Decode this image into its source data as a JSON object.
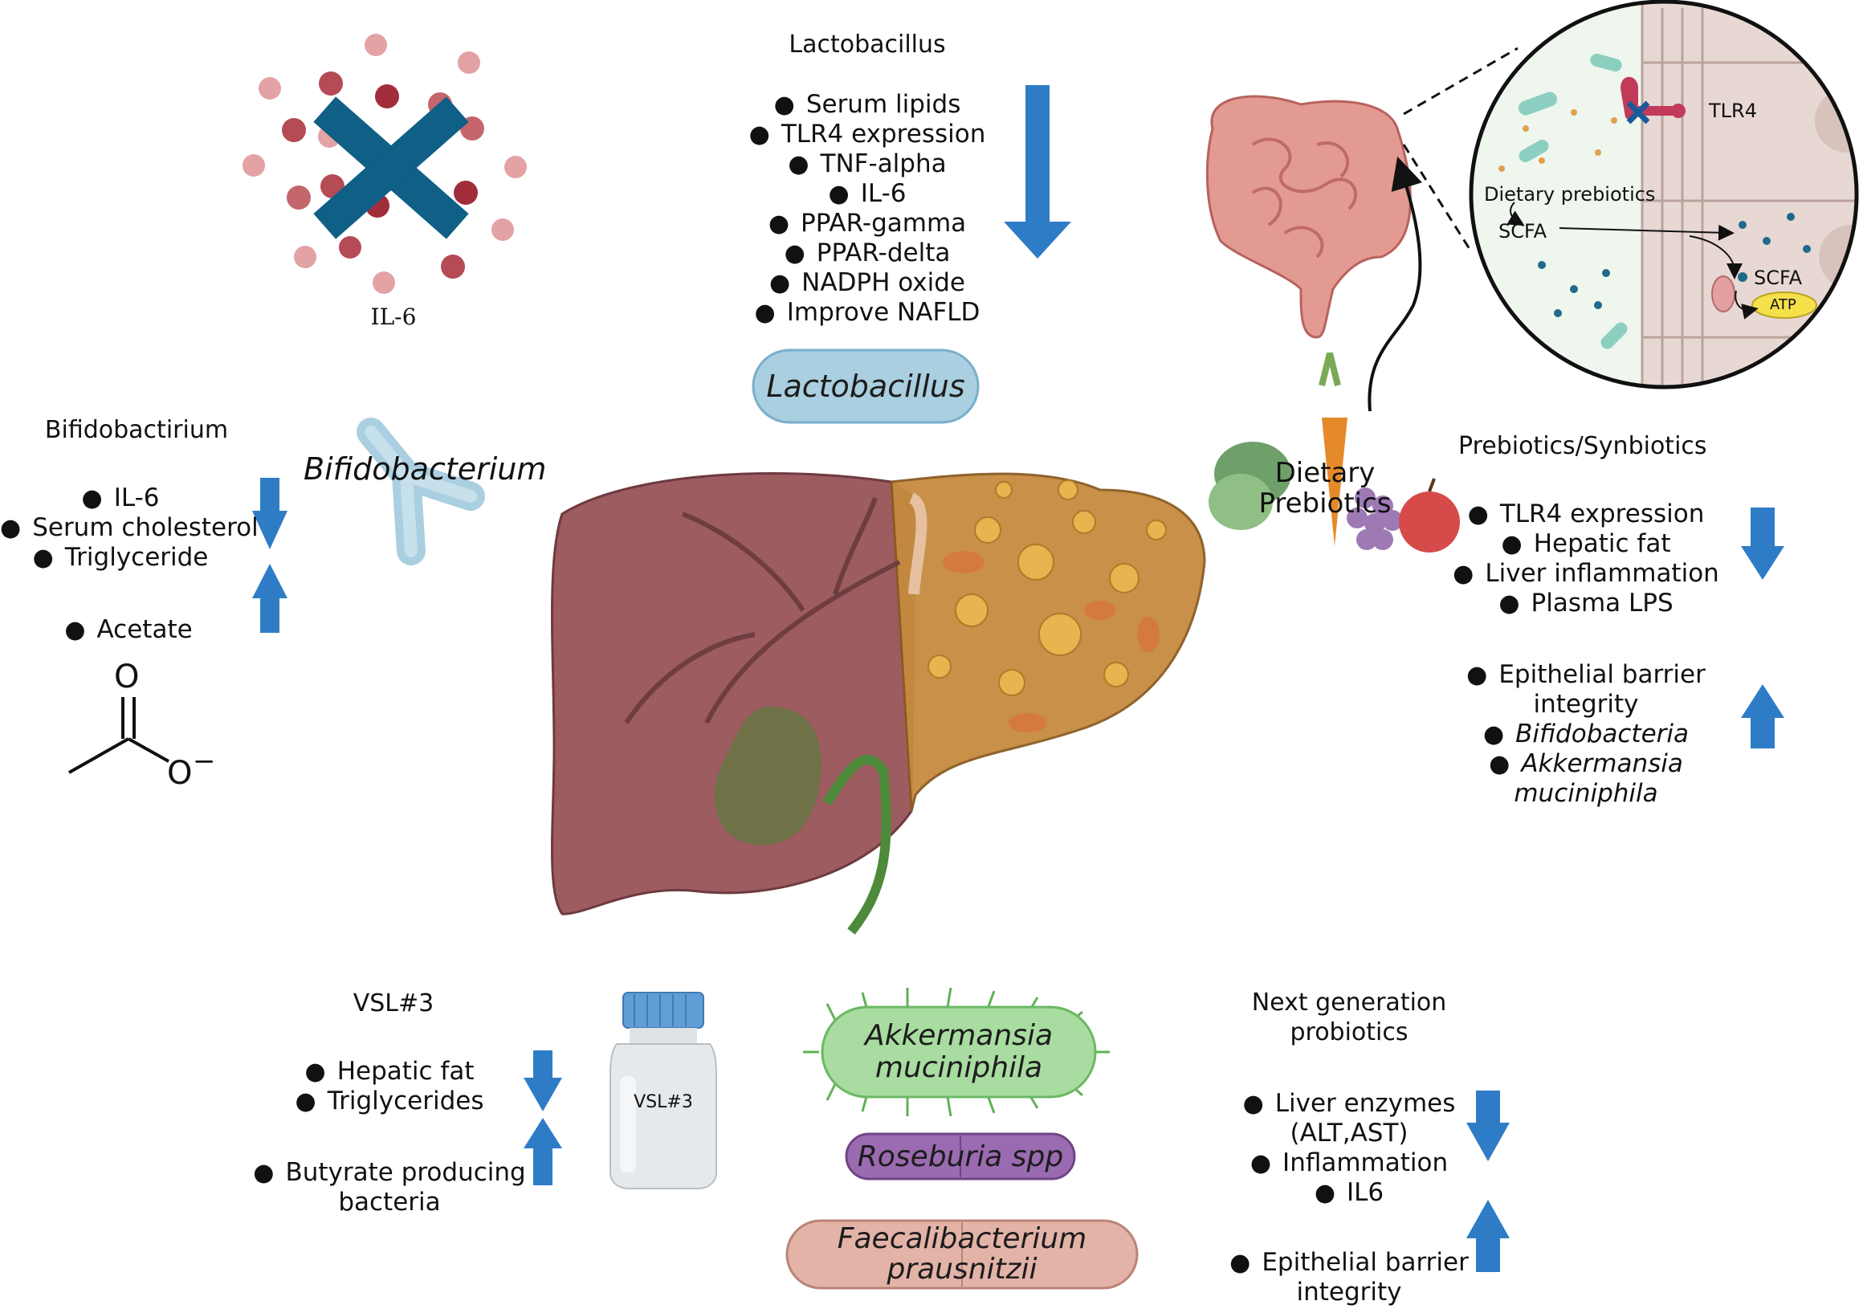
{
  "colors": {
    "arrow": "#2f7cc6",
    "liver_healthy": "#9a5a5c",
    "liver_fatty": "#c98a3e",
    "intestine": "#e39a93",
    "lactobacillus_pill": "#a9cfe0",
    "akkermansia": "#a8dca0",
    "roseburia": "#9a6bb0",
    "faecalibacterium": "#e3b3a8"
  },
  "il6_cluster": {
    "label": "IL-6",
    "icon": "cross-icon"
  },
  "lactobacillus": {
    "title": "Lactobacillus",
    "items": [
      "Serum lipids",
      "TLR4 expression",
      "TNF-alpha",
      "IL-6",
      "PPAR-gamma",
      "PPAR-delta",
      "NADPH oxide",
      "Improve NAFLD"
    ],
    "direction": "down",
    "pill_label": "Lactobacillus"
  },
  "bifidobacterium": {
    "title": "Bifidobactirium",
    "bacteria_label": "Bifidobacterium",
    "down_items": [
      "IL-6",
      "Serum cholesterol",
      "Triglyceride"
    ],
    "up_items": [
      "Acetate"
    ]
  },
  "acetate_structure": {
    "atom_o_top": "O",
    "atom_o_bottom": "O",
    "charge": "−"
  },
  "gut_panel": {
    "receptor_label": "TLR4",
    "prebiotics_label": "Dietary prebiotics",
    "scfa_label_1": "SCFA",
    "scfa_label_2": "SCFA",
    "atp_label": "ATP"
  },
  "dietary_prebiotics": {
    "label_line1": "Dietary",
    "label_line2": "Prebiotics"
  },
  "prebiotics_synbiotics": {
    "title": "Prebiotics/Synbiotics",
    "down_items": [
      "TLR4 expression",
      "Hepatic fat",
      "Liver inflammation",
      "Plasma LPS"
    ],
    "up_items": [
      {
        "text": "Epithelial barrier",
        "bullet": true,
        "italic": false
      },
      {
        "text": "integrity",
        "bullet": false,
        "italic": false
      },
      {
        "text": "Bifidobacteria",
        "bullet": true,
        "italic": true
      },
      {
        "text": "Akkermansia",
        "bullet": true,
        "italic": true
      },
      {
        "text": "muciniphila",
        "bullet": false,
        "italic": true
      }
    ]
  },
  "vsl3": {
    "title": "VSL#3",
    "down_items": [
      "Hepatic fat",
      "Triglycerides"
    ],
    "up_items": [
      {
        "text": "Butyrate producing",
        "bullet": true
      },
      {
        "text": "bacteria",
        "bullet": false
      }
    ],
    "bottle_label": "VSL#3"
  },
  "bacteria_center": {
    "akkermansia_line1": "Akkermansia",
    "akkermansia_line2": "muciniphila",
    "roseburia": "Roseburia spp",
    "faecalibacterium_line1": "Faecalibacterium",
    "faecalibacterium_line2": "prausnitzii"
  },
  "next_gen": {
    "title_line1": "Next generation",
    "title_line2": "probiotics",
    "down_items": [
      {
        "text": "Liver enzymes",
        "bullet": true
      },
      {
        "text": "(ALT,AST)",
        "bullet": false
      },
      {
        "text": "Inflammation",
        "bullet": true
      },
      {
        "text": "IL6",
        "bullet": true
      }
    ],
    "up_items": [
      {
        "text": "Epithelial barrier",
        "bullet": true
      },
      {
        "text": "integrity",
        "bullet": false
      }
    ]
  }
}
